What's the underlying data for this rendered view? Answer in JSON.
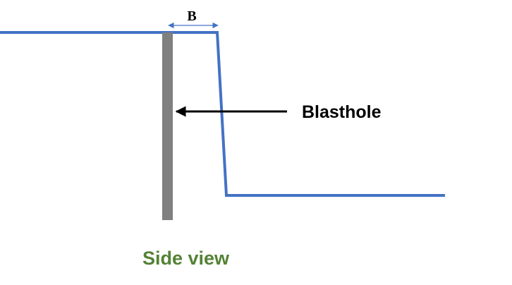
{
  "labels": {
    "burden": "B",
    "blasthole": "Blasthole",
    "caption": "Side view"
  },
  "colors": {
    "bench_outline": "#4472C4",
    "blasthole": "#808080",
    "arrow": "#000000",
    "caption": "#548235",
    "burden_dimension": "#4472C4"
  }
}
